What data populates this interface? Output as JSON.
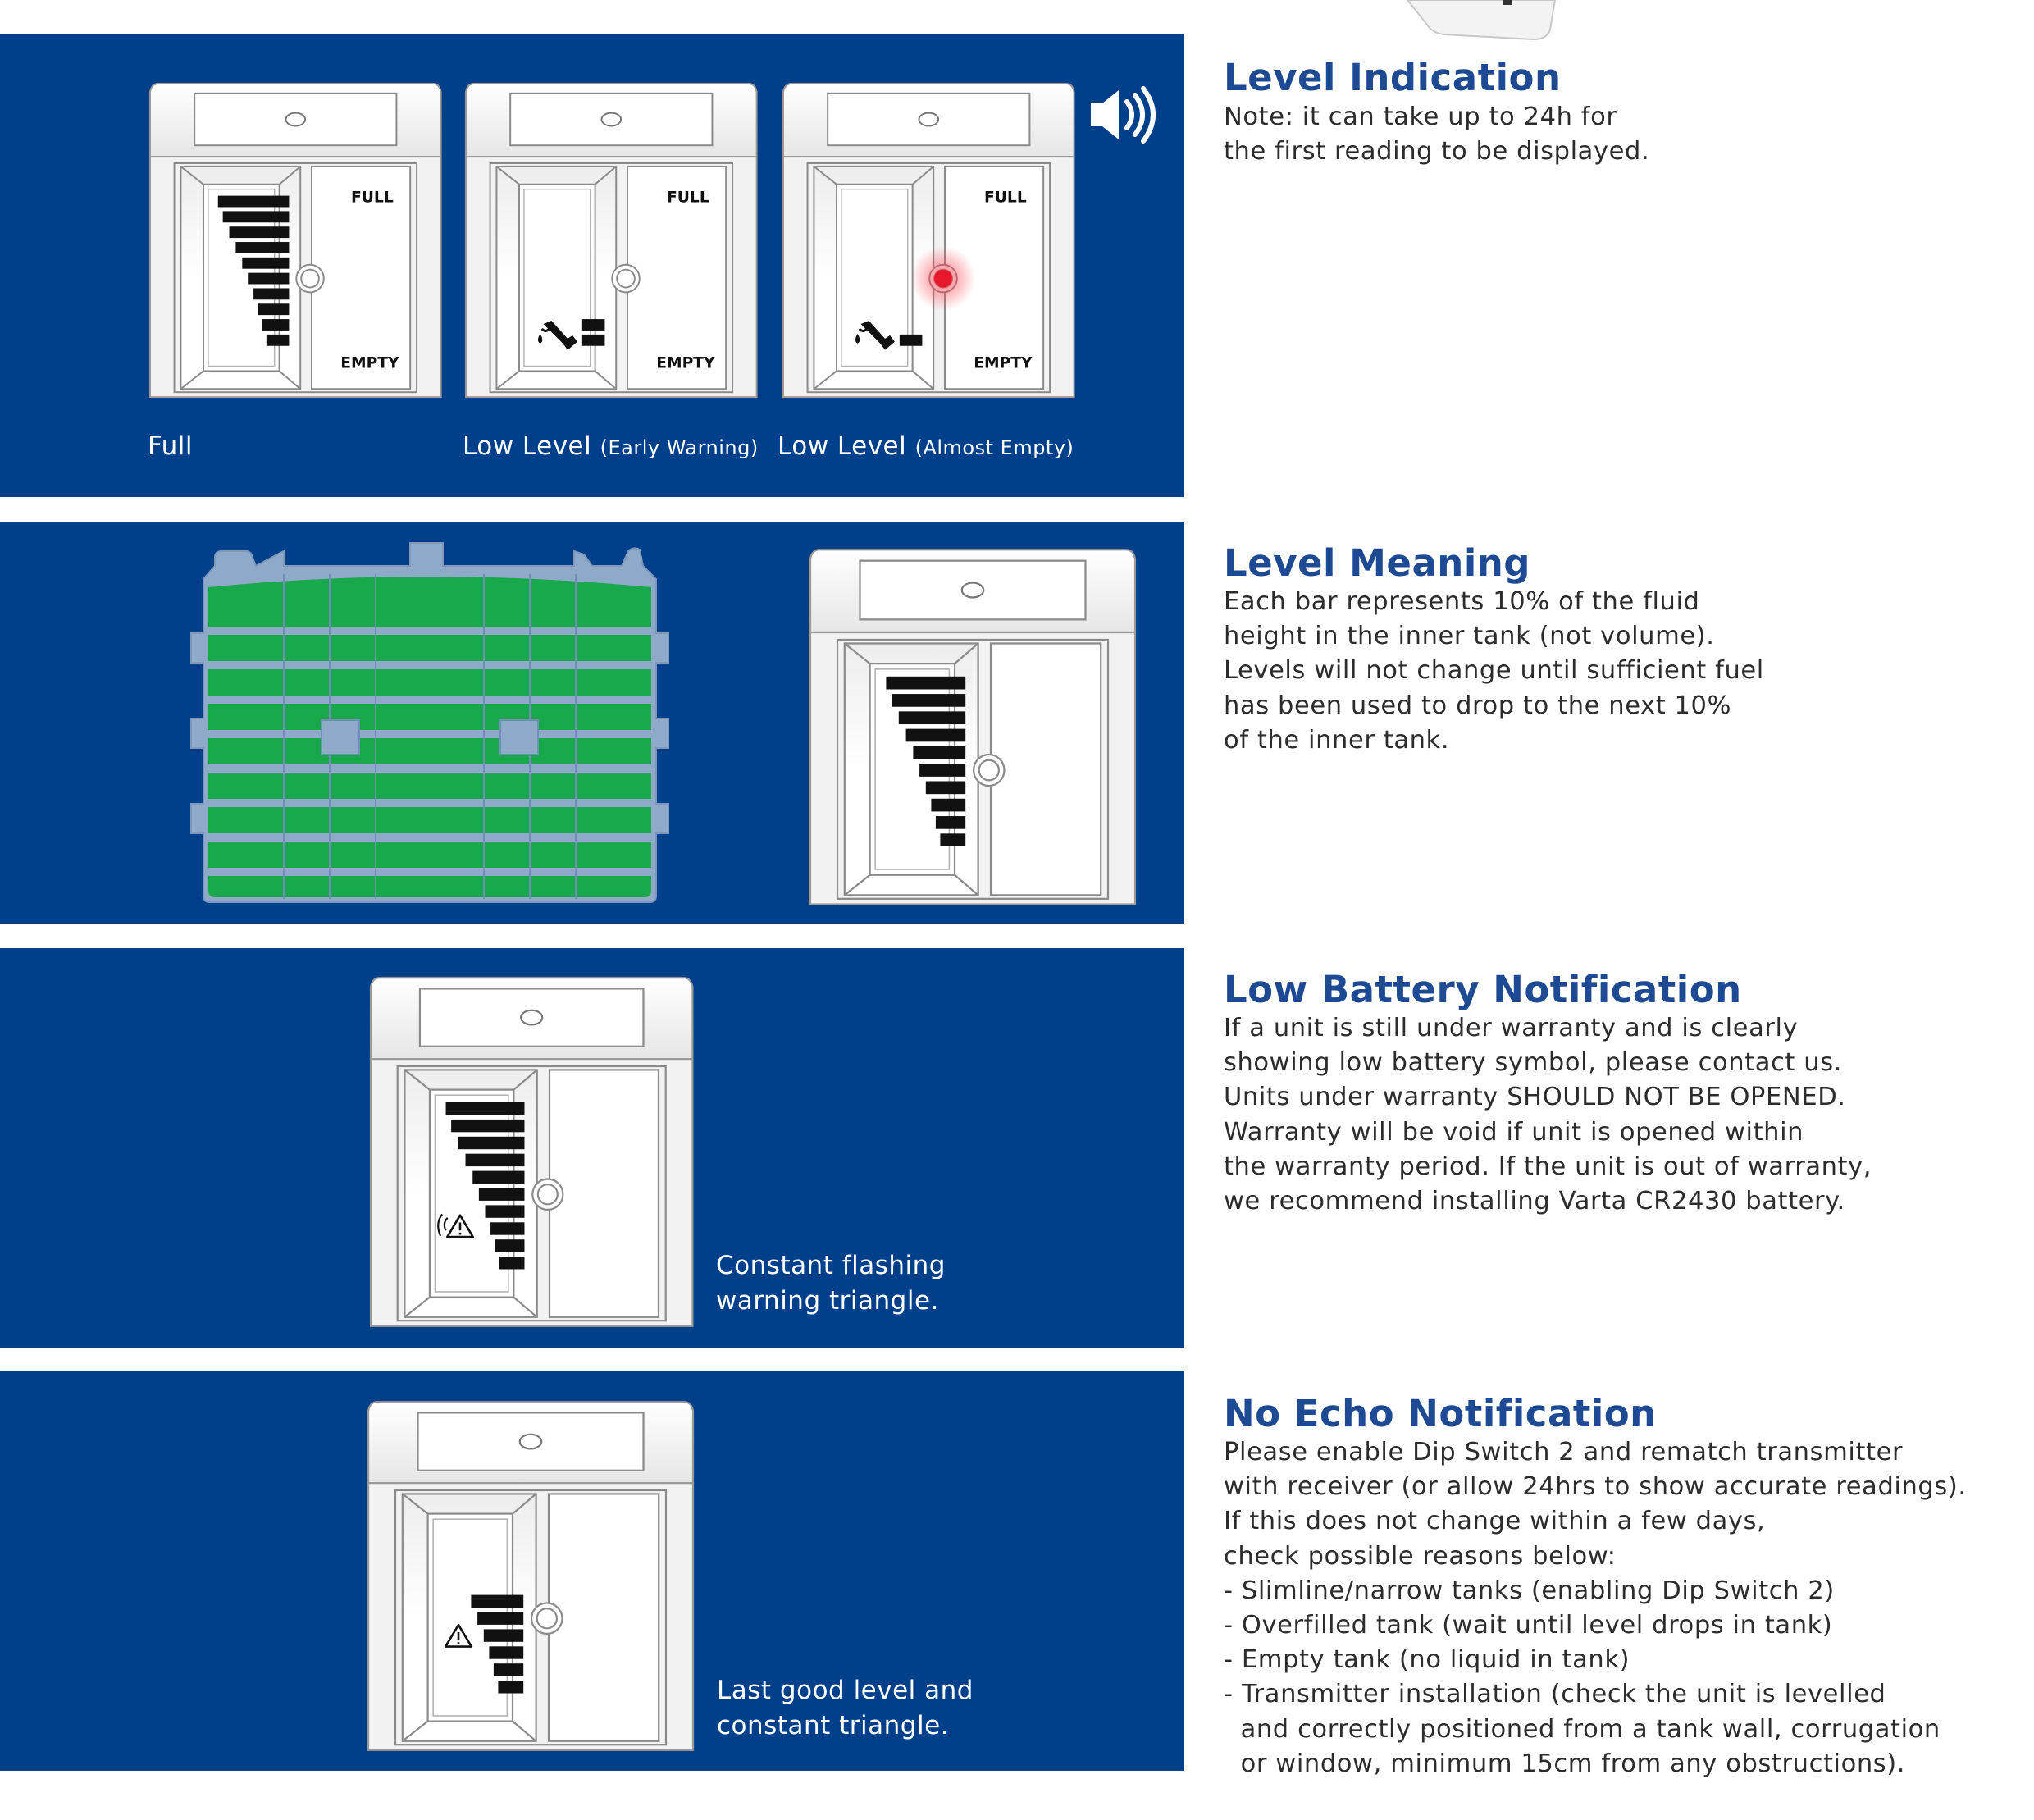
{
  "sections": {
    "level_indication": {
      "heading": "Level Indication",
      "lines": [
        "Note: it can take up to 24h for",
        "the first reading to be displayed."
      ],
      "captions": [
        {
          "main": "Full",
          "sub": ""
        },
        {
          "main": "Low Level",
          "sub": "(Early Warning)"
        },
        {
          "main": "Low Level",
          "sub": "(Almost Empty)"
        }
      ],
      "gauge_full_label": "FULL",
      "gauge_empty_label": "EMPTY"
    },
    "level_meaning": {
      "heading": "Level Meaning",
      "lines": [
        "Each bar represents 10% of the fluid",
        "height in the inner tank (not volume).",
        "Levels will not change until sufficient fuel",
        "has been used to drop to the next 10%",
        "of the inner tank."
      ]
    },
    "low_battery": {
      "heading": "Low Battery Notification",
      "lines": [
        "If a unit is still under warranty and is clearly",
        "showing low battery symbol, please contact us.",
        "Units under warranty SHOULD NOT BE OPENED.",
        "Warranty will be void if unit is opened within",
        "the warranty period. If the unit is out of warranty,",
        "we recommend installing Varta CR2430 battery."
      ],
      "caption": [
        "Constant flashing",
        "warning triangle."
      ]
    },
    "no_echo": {
      "heading": "No Echo Notification",
      "lines": [
        "Please enable Dip Switch 2 and rematch transmitter",
        "with receiver (or allow 24hrs to show accurate readings).",
        "If this does not change within a few days,",
        "check possible reasons below:",
        "- Slimline/narrow tanks (enabling Dip Switch 2)",
        "- Overfilled tank (wait until level drops in tank)",
        "- Empty tank (no liquid in tank)",
        "- Transmitter installation (check the unit is levelled",
        "  and correctly positioned from a tank wall, corrugation",
        "  or window, minimum 15cm from any obstructions)."
      ],
      "caption": [
        "Last good level and",
        "constant triangle."
      ]
    }
  },
  "colors": {
    "band": "#003f8a",
    "heading": "#1d4a92",
    "tank_fill": "#1aa84c",
    "tank_frame": "#8fa9c9",
    "alarm_led": "#e8192c"
  },
  "icons": [
    "speaker-icon",
    "fuel-nozzle-icon",
    "warning-triangle-icon",
    "signal-icon"
  ]
}
